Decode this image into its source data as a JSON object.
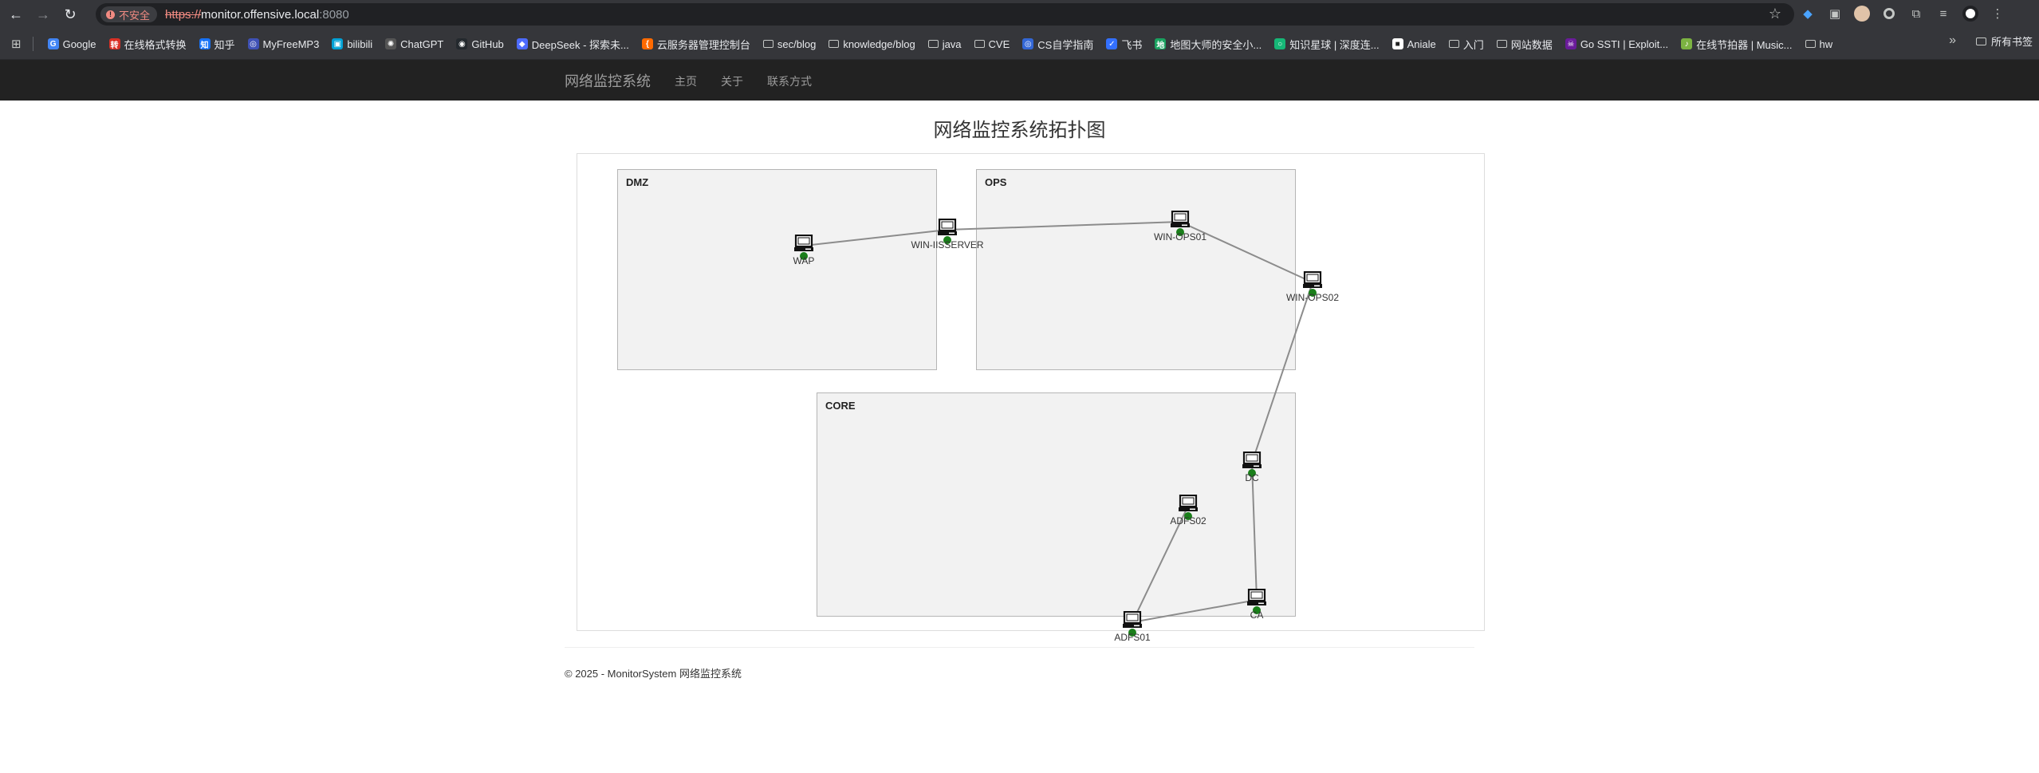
{
  "browser": {
    "insecure_label": "不安全",
    "url_scheme": "https://",
    "url_host": "monitor.offensive.local",
    "url_port": ":8080",
    "bookmarks": [
      {
        "label": "Google",
        "icon": "google-icon",
        "color": "#4285f4",
        "glyph": "G"
      },
      {
        "label": "在线格式转换",
        "icon": "convert-icon",
        "color": "#d93025",
        "glyph": "转"
      },
      {
        "label": "知乎",
        "icon": "zhihu-icon",
        "color": "#1772f6",
        "glyph": "知"
      },
      {
        "label": "MyFreeMP3",
        "icon": "music-icon",
        "color": "#3f51b5",
        "glyph": "◎"
      },
      {
        "label": "bilibili",
        "icon": "bilibili-icon",
        "color": "#00a1d6",
        "glyph": "▣"
      },
      {
        "label": "ChatGPT",
        "icon": "chatgpt-icon",
        "color": "#555555",
        "glyph": "✺"
      },
      {
        "label": "GitHub",
        "icon": "github-icon",
        "color": "#24292e",
        "glyph": "◉"
      },
      {
        "label": "DeepSeek - 探索未...",
        "icon": "deepseek-icon",
        "color": "#4d6bfe",
        "glyph": "◆"
      },
      {
        "label": "云服务器管理控制台",
        "icon": "cloud-icon",
        "color": "#ff6a00",
        "glyph": "{"
      },
      {
        "label": "sec/blog",
        "icon": "folder-icon",
        "folder": true
      },
      {
        "label": "knowledge/blog",
        "icon": "folder-icon",
        "folder": true
      },
      {
        "label": "java",
        "icon": "folder-icon",
        "folder": true
      },
      {
        "label": "CVE",
        "icon": "folder-icon",
        "folder": true
      },
      {
        "label": "CS自学指南",
        "icon": "cs-guide-icon",
        "color": "#3367d6",
        "glyph": "◎"
      },
      {
        "label": "飞书",
        "icon": "feishu-icon",
        "color": "#3370ff",
        "glyph": "✓"
      },
      {
        "label": "地图大师的安全小...",
        "icon": "map-icon",
        "color": "#1aa260",
        "glyph": "地"
      },
      {
        "label": "知识星球 | 深度连...",
        "icon": "planet-icon",
        "color": "#16b777",
        "glyph": "○"
      },
      {
        "label": "Aniale",
        "icon": "aniale-icon",
        "color": "#ffffff",
        "glyph": "■"
      },
      {
        "label": "入门",
        "icon": "folder-icon",
        "folder": true
      },
      {
        "label": "网站数据",
        "icon": "folder-icon",
        "folder": true
      },
      {
        "label": "Go SSTI | Exploit...",
        "icon": "exploit-icon",
        "color": "#6a1b9a",
        "glyph": "☠"
      },
      {
        "label": "在线节拍器 | Music...",
        "icon": "metronome-icon",
        "color": "#7cb342",
        "glyph": "♪"
      },
      {
        "label": "hw",
        "icon": "folder-icon",
        "folder": true
      }
    ],
    "all_bookmarks_label": "所有书签"
  },
  "site": {
    "brand": "网络监控系统",
    "nav": [
      "主页",
      "关于",
      "联系方式"
    ]
  },
  "page": {
    "title": "网络监控系统拓扑图"
  },
  "topology": {
    "zones": [
      {
        "id": "dmz",
        "label": "DMZ"
      },
      {
        "id": "ops",
        "label": "OPS"
      },
      {
        "id": "core",
        "label": "CORE"
      }
    ],
    "nodes": [
      {
        "id": "wap",
        "label": "WAP",
        "zone": "DMZ",
        "status": "online"
      },
      {
        "id": "win-iisserver",
        "label": "WIN-IISSERVER",
        "zone": "DMZ",
        "status": "online"
      },
      {
        "id": "win-ops01",
        "label": "WIN-OPS01",
        "zone": "OPS",
        "status": "online"
      },
      {
        "id": "win-ops02",
        "label": "WIN-OPS02",
        "zone": "OPS",
        "status": "online"
      },
      {
        "id": "dc",
        "label": "DC",
        "zone": "CORE",
        "status": "online"
      },
      {
        "id": "adfs02",
        "label": "ADFS02",
        "zone": "CORE",
        "status": "online"
      },
      {
        "id": "adfs01",
        "label": "ADFS01",
        "zone": "CORE",
        "status": "online"
      },
      {
        "id": "ca",
        "label": "CA",
        "zone": "CORE",
        "status": "online"
      }
    ],
    "links": [
      [
        "wap",
        "win-iisserver"
      ],
      [
        "win-iisserver",
        "win-ops01"
      ],
      [
        "win-ops01",
        "win-ops02"
      ],
      [
        "win-ops02",
        "dc"
      ],
      [
        "dc",
        "ca"
      ],
      [
        "ca",
        "adfs01"
      ],
      [
        "adfs01",
        "adfs02"
      ]
    ],
    "status_color": "#1a7f1a"
  },
  "footer": {
    "text": "© 2025 - MonitorSystem 网络监控系统"
  }
}
